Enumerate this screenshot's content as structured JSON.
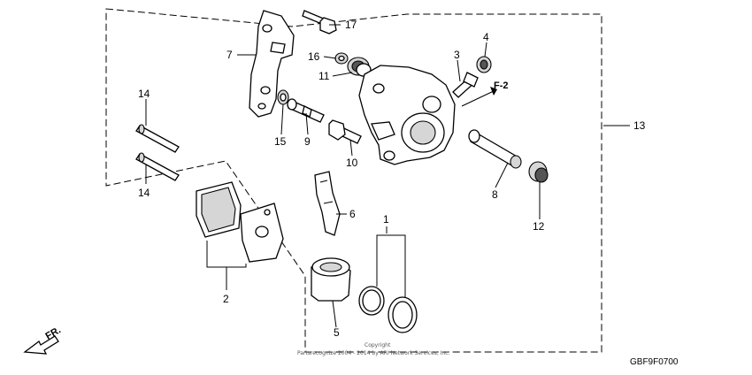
{
  "callouts": {
    "c1": "1",
    "c2": "2",
    "c3": "3",
    "c4": "4",
    "c5": "5",
    "c6": "6",
    "c7": "7",
    "c8": "8",
    "c9": "9",
    "c10": "10",
    "c11": "11",
    "c12": "12",
    "c13": "13",
    "c14a": "14",
    "c14b": "14",
    "c15": "15",
    "c16": "16",
    "c17": "17"
  },
  "reference": "F-2",
  "front_marker": "FR.",
  "drawing_code": "GBF9F0700",
  "copyright_line1": "Copyright",
  "copyright_line2": "Partsrecognize 2004 - 2014 by ARI Network Services, Inc."
}
